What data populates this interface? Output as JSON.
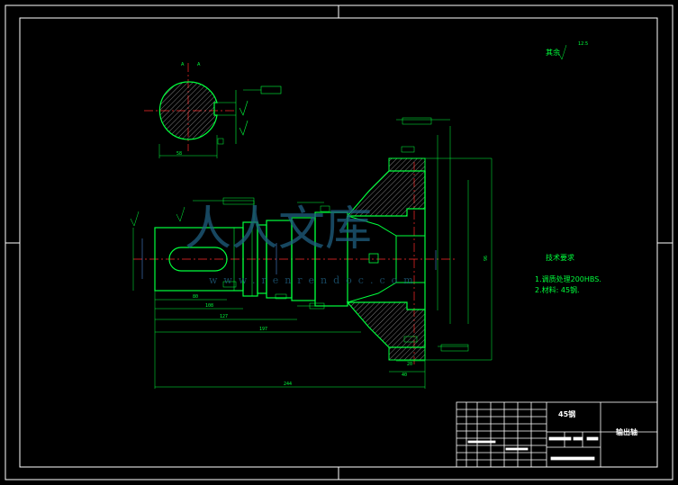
{
  "title_block": {
    "material": "45钢",
    "part_name": "输出轴"
  },
  "tech_requirements": {
    "heading": "技术要求",
    "items": [
      "1.调质处理200HBS.",
      "2.材料: 45钢."
    ]
  },
  "roughness_other": {
    "label": "其余",
    "value": "12.5"
  },
  "section_labels": {
    "left": "A",
    "right": "A"
  },
  "dimensions": {
    "d244": "244",
    "d197": "197",
    "d127": "127",
    "d108": "108",
    "d80": "80",
    "d40": "40",
    "d20": "20",
    "d58": "58",
    "d96": "96"
  },
  "watermark": {
    "logo": "人人文库",
    "url": "www.renrendoc.com"
  },
  "colors": {
    "background": "#000000",
    "frame": "#ffffff",
    "geometry": "#00ff3c",
    "hatch": "#d0d0d0",
    "centerline": "#ff2a2a",
    "dim_blue": "#5aa0ff",
    "watermark": "#1f5f80"
  }
}
